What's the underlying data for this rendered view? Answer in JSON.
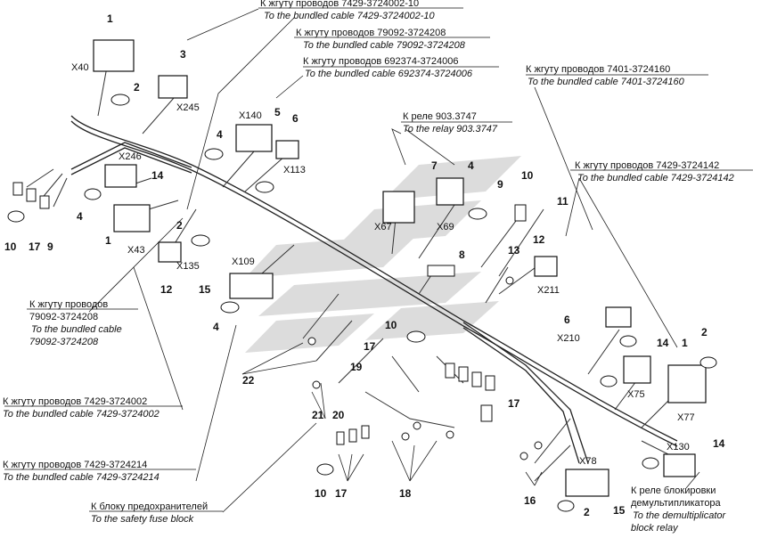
{
  "callouts": [
    {
      "ru": "К жгуту проводов 7429-3724002-10",
      "en": "To the bundled cable 7429-3724002-10"
    },
    {
      "ru": "К жгуту проводов 79092-3724208",
      "en": "To the bundled cable 79092-3724208"
    },
    {
      "ru": "К жгуту проводов 692374-3724006",
      "en": "To the bundled cable 692374-3724006"
    },
    {
      "ru": "К жгуту проводов 7401-3724160",
      "en": "To the bundled cable 7401-3724160"
    },
    {
      "ru": "К реле 903.3747",
      "en": "To the relay 903.3747"
    },
    {
      "ru": "К жгуту проводов 7429-3724142",
      "en": "To the bundled cable 7429-3724142"
    },
    {
      "ru": "К жгуту проводов",
      "ru2": "79092-3724208",
      "en": "To the bundled cable",
      "en2": "79092-3724208"
    },
    {
      "ru": "К жгуту проводов 7429-3724002",
      "en": "To the bundled cable 7429-3724002"
    },
    {
      "ru": "К жгуту проводов 7429-3724214",
      "en": "To the bundled cable 7429-3724214"
    },
    {
      "ru": "К блоку предохранителей",
      "en": "To the safety fuse block"
    },
    {
      "ru": "К реле  блокировки",
      "ru2": "демультипликатора",
      "en": "To the demultiplicator",
      "en2": "block relay"
    }
  ],
  "connectors": [
    "X40",
    "X245",
    "X140",
    "X113",
    "X246",
    "X43",
    "X135",
    "X109",
    "X67",
    "X69",
    "X211",
    "X210",
    "X75",
    "X77",
    "X78",
    "X130"
  ],
  "item_numbers": [
    "1",
    "2",
    "3",
    "5",
    "6",
    "4",
    "14",
    "10",
    "17",
    "9",
    "4",
    "2",
    "1",
    "12",
    "15",
    "4",
    "7",
    "4",
    "10",
    "9",
    "11",
    "12",
    "13",
    "8",
    "22",
    "10",
    "17",
    "19",
    "21",
    "20",
    "17",
    "10",
    "17",
    "18",
    "6",
    "14",
    "1",
    "2",
    "16",
    "15",
    "2",
    "14"
  ]
}
